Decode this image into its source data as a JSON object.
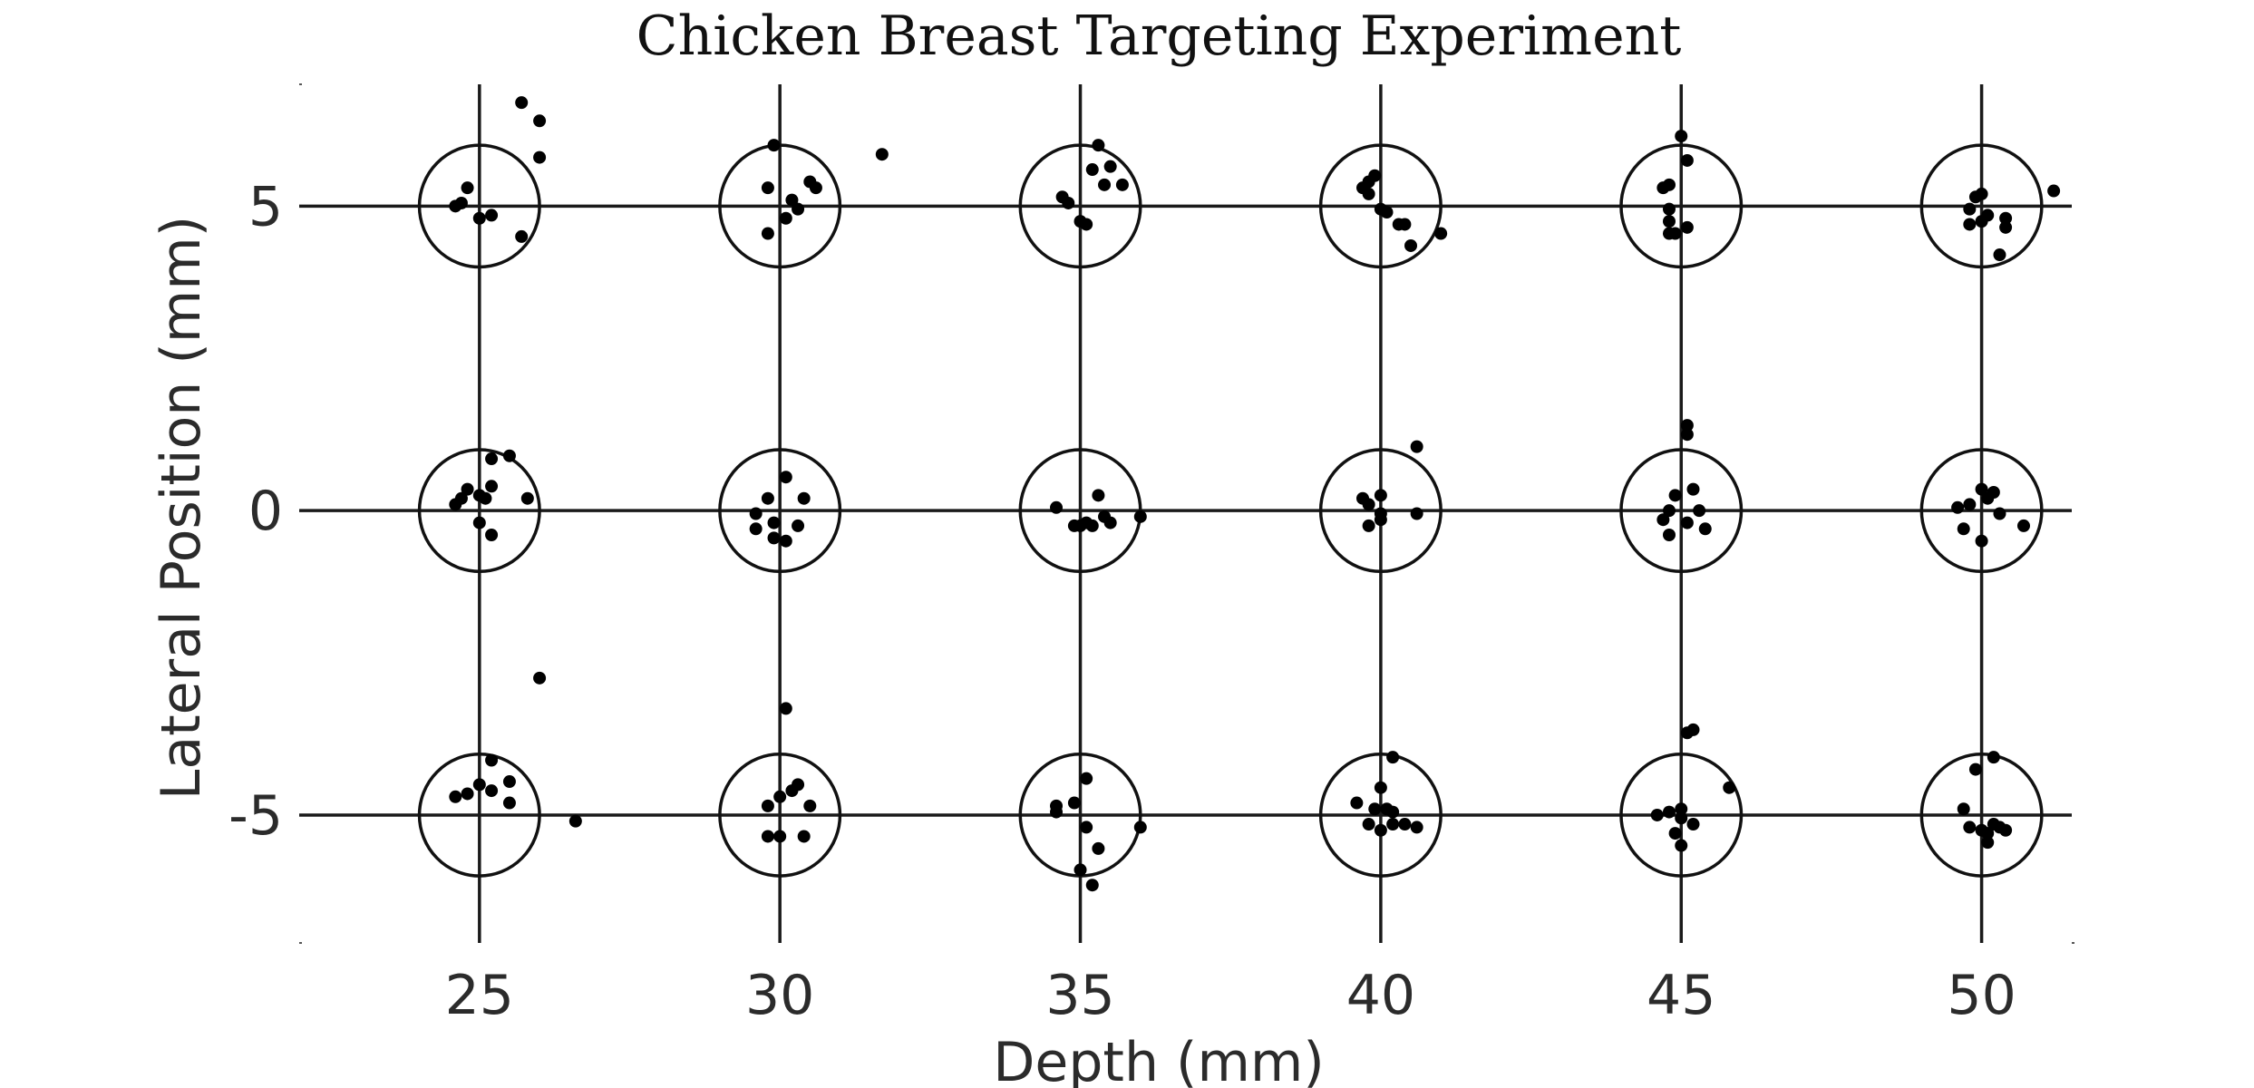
{
  "chart_data": {
    "type": "scatter",
    "title": "Chicken Breast Targeting Experiment",
    "xlabel": "Depth (mm)",
    "ylabel": "Lateral Position (mm)",
    "xlim": [
      22,
      51.5
    ],
    "ylim": [
      -7.1,
      7.0
    ],
    "x_ticks": [
      25,
      30,
      35,
      40,
      45,
      50
    ],
    "x_tick_labels": [
      "25",
      "30",
      "35",
      "40",
      "45",
      "50"
    ],
    "y_ticks": [
      5,
      0,
      -5
    ],
    "y_tick_labels": [
      "5",
      "0",
      "-5"
    ],
    "grid": true,
    "target_radius_mm": 1.0,
    "targets": [
      {
        "depth": 25,
        "lateral": 5
      },
      {
        "depth": 30,
        "lateral": 5
      },
      {
        "depth": 35,
        "lateral": 5
      },
      {
        "depth": 40,
        "lateral": 5
      },
      {
        "depth": 45,
        "lateral": 5
      },
      {
        "depth": 50,
        "lateral": 5
      },
      {
        "depth": 25,
        "lateral": 0
      },
      {
        "depth": 30,
        "lateral": 0
      },
      {
        "depth": 35,
        "lateral": 0
      },
      {
        "depth": 40,
        "lateral": 0
      },
      {
        "depth": 45,
        "lateral": 0
      },
      {
        "depth": 50,
        "lateral": 0
      },
      {
        "depth": 25,
        "lateral": -5
      },
      {
        "depth": 30,
        "lateral": -5
      },
      {
        "depth": 35,
        "lateral": -5
      },
      {
        "depth": 40,
        "lateral": -5
      },
      {
        "depth": 45,
        "lateral": -5
      },
      {
        "depth": 50,
        "lateral": -5
      }
    ],
    "series": [
      {
        "points": [
          [
            25.7,
            6.7
          ],
          [
            26.0,
            6.4
          ],
          [
            26.0,
            5.8
          ],
          [
            24.8,
            5.3
          ],
          [
            24.6,
            5.0
          ],
          [
            24.7,
            5.05
          ],
          [
            25.0,
            4.8
          ],
          [
            25.2,
            4.85
          ],
          [
            25.7,
            4.5
          ],
          [
            29.9,
            6.0
          ],
          [
            31.7,
            5.85
          ],
          [
            30.5,
            5.4
          ],
          [
            30.6,
            5.3
          ],
          [
            29.8,
            5.3
          ],
          [
            30.2,
            5.1
          ],
          [
            30.3,
            4.95
          ],
          [
            30.1,
            4.8
          ],
          [
            29.8,
            4.55
          ],
          [
            35.3,
            6.0
          ],
          [
            35.2,
            5.6
          ],
          [
            35.5,
            5.65
          ],
          [
            35.4,
            5.35
          ],
          [
            35.7,
            5.35
          ],
          [
            34.7,
            5.15
          ],
          [
            34.8,
            5.05
          ],
          [
            35.0,
            4.75
          ],
          [
            35.1,
            4.7
          ],
          [
            39.7,
            5.3
          ],
          [
            39.8,
            5.4
          ],
          [
            39.9,
            5.5
          ],
          [
            39.8,
            5.2
          ],
          [
            40.0,
            4.95
          ],
          [
            40.1,
            4.9
          ],
          [
            40.4,
            4.7
          ],
          [
            40.3,
            4.7
          ],
          [
            41.0,
            4.55
          ],
          [
            40.5,
            4.35
          ],
          [
            45.0,
            6.15
          ],
          [
            45.1,
            5.75
          ],
          [
            44.8,
            5.35
          ],
          [
            44.7,
            5.3
          ],
          [
            44.8,
            4.95
          ],
          [
            44.8,
            4.75
          ],
          [
            44.9,
            4.55
          ],
          [
            44.8,
            4.55
          ],
          [
            45.1,
            4.65
          ],
          [
            49.9,
            5.15
          ],
          [
            50.0,
            5.2
          ],
          [
            49.8,
            4.95
          ],
          [
            50.1,
            4.85
          ],
          [
            50.0,
            4.75
          ],
          [
            49.8,
            4.7
          ],
          [
            50.4,
            4.8
          ],
          [
            50.4,
            4.65
          ],
          [
            50.3,
            4.2
          ],
          [
            51.2,
            5.25
          ],
          [
            25.2,
            0.85
          ],
          [
            25.5,
            0.9
          ],
          [
            24.6,
            0.1
          ],
          [
            24.7,
            0.2
          ],
          [
            24.8,
            0.35
          ],
          [
            25.1,
            0.2
          ],
          [
            25.2,
            0.4
          ],
          [
            25.8,
            0.2
          ],
          [
            25.0,
            0.25
          ],
          [
            25.0,
            -0.2
          ],
          [
            25.2,
            -0.4
          ],
          [
            30.1,
            0.55
          ],
          [
            30.4,
            0.2
          ],
          [
            29.8,
            0.2
          ],
          [
            29.6,
            -0.05
          ],
          [
            29.9,
            -0.2
          ],
          [
            29.6,
            -0.3
          ],
          [
            29.9,
            -0.45
          ],
          [
            30.1,
            -0.5
          ],
          [
            30.3,
            -0.25
          ],
          [
            35.3,
            0.25
          ],
          [
            34.6,
            0.05
          ],
          [
            34.9,
            -0.25
          ],
          [
            35.1,
            -0.2
          ],
          [
            35.2,
            -0.25
          ],
          [
            35.4,
            -0.1
          ],
          [
            35.5,
            -0.2
          ],
          [
            36.0,
            -0.1
          ],
          [
            35.0,
            -0.25
          ],
          [
            39.7,
            0.2
          ],
          [
            39.8,
            0.1
          ],
          [
            40.0,
            0.25
          ],
          [
            40.6,
            1.05
          ],
          [
            39.8,
            -0.25
          ],
          [
            40.0,
            -0.15
          ],
          [
            40.0,
            -0.05
          ],
          [
            40.6,
            -0.05
          ],
          [
            45.1,
            1.4
          ],
          [
            45.1,
            1.25
          ],
          [
            44.9,
            0.25
          ],
          [
            45.2,
            0.35
          ],
          [
            44.8,
            0.0
          ],
          [
            45.3,
            0.0
          ],
          [
            44.7,
            -0.15
          ],
          [
            45.1,
            -0.2
          ],
          [
            45.4,
            -0.3
          ],
          [
            44.8,
            -0.4
          ],
          [
            50.0,
            0.35
          ],
          [
            50.2,
            0.3
          ],
          [
            50.1,
            0.2
          ],
          [
            49.8,
            0.1
          ],
          [
            49.6,
            0.05
          ],
          [
            49.7,
            -0.3
          ],
          [
            50.0,
            -0.5
          ],
          [
            50.3,
            -0.05
          ],
          [
            50.7,
            -0.25
          ],
          [
            26.0,
            -2.75
          ],
          [
            25.2,
            -4.1
          ],
          [
            25.0,
            -4.5
          ],
          [
            25.2,
            -4.6
          ],
          [
            24.6,
            -4.7
          ],
          [
            24.8,
            -4.65
          ],
          [
            25.5,
            -4.45
          ],
          [
            25.5,
            -4.8
          ],
          [
            26.6,
            -5.1
          ],
          [
            30.1,
            -3.25
          ],
          [
            30.3,
            -4.5
          ],
          [
            30.2,
            -4.6
          ],
          [
            30.0,
            -4.7
          ],
          [
            29.8,
            -4.85
          ],
          [
            30.5,
            -4.85
          ],
          [
            29.8,
            -5.35
          ],
          [
            30.0,
            -5.35
          ],
          [
            30.4,
            -5.35
          ],
          [
            35.1,
            -4.4
          ],
          [
            34.9,
            -4.8
          ],
          [
            34.6,
            -4.85
          ],
          [
            34.6,
            -4.95
          ],
          [
            35.1,
            -5.2
          ],
          [
            36.0,
            -5.2
          ],
          [
            35.3,
            -5.55
          ],
          [
            35.0,
            -5.9
          ],
          [
            35.2,
            -6.15
          ],
          [
            40.2,
            -4.05
          ],
          [
            40.0,
            -4.55
          ],
          [
            39.6,
            -4.8
          ],
          [
            39.9,
            -4.9
          ],
          [
            40.1,
            -4.9
          ],
          [
            40.2,
            -4.95
          ],
          [
            39.8,
            -5.15
          ],
          [
            40.2,
            -5.15
          ],
          [
            40.4,
            -5.15
          ],
          [
            40.6,
            -5.2
          ],
          [
            40.0,
            -5.25
          ],
          [
            45.2,
            -3.6
          ],
          [
            45.1,
            -3.65
          ],
          [
            45.8,
            -4.55
          ],
          [
            44.8,
            -4.95
          ],
          [
            45.0,
            -4.9
          ],
          [
            45.0,
            -5.05
          ],
          [
            45.2,
            -5.15
          ],
          [
            44.6,
            -5.0
          ],
          [
            44.9,
            -5.3
          ],
          [
            45.0,
            -5.5
          ],
          [
            50.2,
            -4.05
          ],
          [
            49.9,
            -4.25
          ],
          [
            49.7,
            -4.9
          ],
          [
            50.2,
            -5.15
          ],
          [
            49.8,
            -5.2
          ],
          [
            50.0,
            -5.25
          ],
          [
            50.3,
            -5.2
          ],
          [
            50.4,
            -5.25
          ],
          [
            50.1,
            -5.3
          ],
          [
            50.1,
            -5.45
          ]
        ]
      }
    ]
  }
}
